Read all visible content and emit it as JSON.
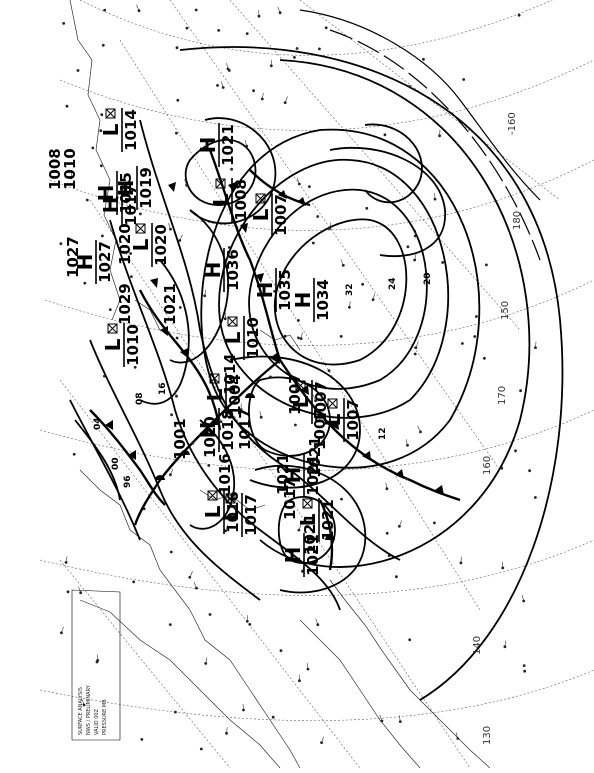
{
  "map": {
    "legend_lines": [
      "SURFACE ANALYSIS",
      "NWS / PRELIMINARY",
      "VALID 00Z",
      "PRESSURE MB"
    ],
    "longitude_labels": [
      "-160",
      "170",
      "160",
      "150",
      "140",
      "130",
      "180"
    ],
    "isobar_labels": [
      "32",
      "24",
      "20",
      "16",
      "12",
      "08",
      "04",
      "00",
      "96"
    ],
    "centers": [
      {
        "type": "H",
        "pressure": "1035"
      },
      {
        "type": "H",
        "pressure": "1034"
      },
      {
        "type": "H",
        "pressure": "1036"
      },
      {
        "type": "H",
        "pressure": "1027"
      },
      {
        "type": "H",
        "pressure": "1021"
      },
      {
        "type": "H",
        "pressure": "1021"
      },
      {
        "type": "H",
        "pressure": "1018"
      },
      {
        "type": "H",
        "pressure": "1021"
      },
      {
        "type": "H",
        "pressure": "1017"
      },
      {
        "type": "H",
        "pressure": "1019"
      },
      {
        "type": "H",
        "pressure": "1015"
      },
      {
        "type": "L",
        "pressure": "1008"
      },
      {
        "type": "L",
        "pressure": "1007"
      },
      {
        "type": "L",
        "pressure": "1010"
      },
      {
        "type": "L",
        "pressure": "1004"
      },
      {
        "type": "L",
        "pressure": "1007"
      },
      {
        "type": "L",
        "pressure": "1021"
      },
      {
        "type": "L",
        "pressure": "1017"
      },
      {
        "type": "L",
        "pressure": "1016"
      },
      {
        "type": "L",
        "pressure": "1007"
      },
      {
        "type": "L",
        "pressure": "1020"
      },
      {
        "type": "L",
        "pressure": "1010"
      },
      {
        "type": "L",
        "pressure": "1014"
      }
    ],
    "pressure_texts": [
      "1008",
      "1010",
      "1020",
      "1027",
      "1029",
      "1021",
      "1007",
      "1001",
      "1021",
      "1020",
      "1017",
      "1016",
      "1021",
      "1007",
      "1017",
      "1021",
      "1014"
    ]
  }
}
